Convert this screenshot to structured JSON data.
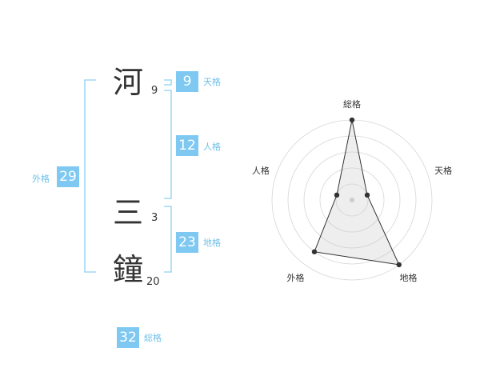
{
  "characters": [
    {
      "char": "河",
      "strokes": "9"
    },
    {
      "char": "三",
      "strokes": "3"
    },
    {
      "char": "鐘",
      "strokes": "20"
    }
  ],
  "kaku": {
    "tenkaku": {
      "value": "9",
      "label": "天格"
    },
    "jinkaku": {
      "value": "12",
      "label": "人格"
    },
    "chikaku": {
      "value": "23",
      "label": "地格"
    },
    "gaikaku": {
      "value": "29",
      "label": "外格"
    },
    "soukaku": {
      "value": "32",
      "label": "総格"
    }
  },
  "colors": {
    "accent": "#7ec8f2",
    "bracket": "#8fd0f0",
    "text": "#333333"
  },
  "chart_data": {
    "type": "radar",
    "axes": [
      "総格",
      "天格",
      "地格",
      "外格",
      "人格"
    ],
    "values": [
      5,
      1,
      5,
      4,
      1
    ],
    "rmax": 5,
    "rings": 5
  }
}
